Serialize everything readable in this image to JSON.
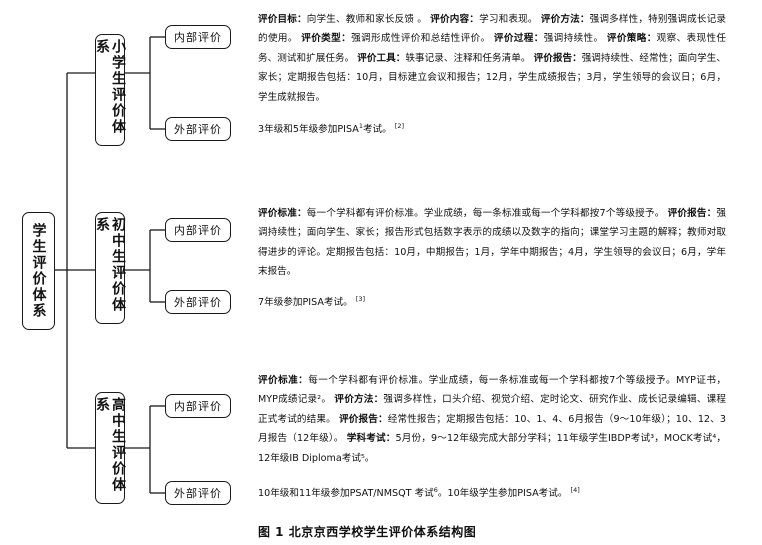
{
  "root": {
    "label": "学生评价体系"
  },
  "groups": [
    {
      "label": "小学生评价体系",
      "internal": {
        "label": "内部评价",
        "items": [
          {
            "k": "评价目标：",
            "t": "向学生、教师和家长反馈 。"
          },
          {
            "k": "评价内容：",
            "t": "学习和表现。"
          },
          {
            "k": "评价方法：",
            "t": "强调多样性，特别强调成长记录的使用。"
          },
          {
            "k": "评价类型：",
            "t": "强调形成性评价和总结性评价。"
          },
          {
            "k": "评价过程：",
            "t": "强调持续性。"
          },
          {
            "k": "评价策略：",
            "t": "观察、表现性任务、测试和扩展任务。"
          },
          {
            "k": "评价工具：",
            "t": "轶事记录、注释和任务清单。"
          },
          {
            "k": "评价报告：",
            "t": "强调持续性、经常性；面向学生、家长；定期报告包括：10月，目标建立会议和报告；12月，学生成绩报告；3月，学生领导的会议日；6月，学生成就报告。"
          }
        ]
      },
      "external": {
        "label": "外部评价",
        "text": "3年级和5年级参加PISA",
        "sup": "1",
        "text2": "考试。",
        "ref": "[2]"
      }
    },
    {
      "label": "初中生评价体系",
      "internal": {
        "label": "内部评价",
        "items": [
          {
            "k": "评价标准：",
            "t": "每一个学科都有评价标准。学业成绩，每一条标准或每一个学科都按7个等级授予。"
          },
          {
            "k": "评价报告：",
            "t": "强调持续性；面向学生、家长；报告形式包括数字表示的成绩以及数字的指向；课堂学习主题的解释；教师对取得进步的评论。定期报告包括：10月，中期报告；1月，学年中期报告；4月，学生领导的会议日；6月，学年末报告。"
          }
        ]
      },
      "external": {
        "label": "外部评价",
        "text": "7年级参加PISA考试。",
        "sup": "",
        "text2": "",
        "ref": "[3]"
      }
    },
    {
      "label": "高中生评价体系",
      "internal": {
        "label": "内部评价",
        "items": [
          {
            "k": "评价标准：",
            "t": "每一个学科都有评价标准。学业成绩，每一条标准或每一个学科都按7个等级授予。MYP证书，MYP成绩记录²。"
          },
          {
            "k": "评价方法：",
            "t": "强调多样性，口头介绍、视觉介绍、定时论文、研究作业、成长记录编辑、课程正式考试的结果。"
          },
          {
            "k": "评价报告：",
            "t": "经常性报告；定期报告包括：10、1、4、6月报告（9～10年级）；10、12、3月报告（12年级）。"
          },
          {
            "k": "学科考试：",
            "t": "5月份，9～12年级完成大部分学科；11年级学生IBDP考试³，MOCK考试⁴，12年级IB Diploma考试⁵。"
          }
        ]
      },
      "external": {
        "label": "外部评价",
        "text": "10年级和11年级参加PSAT/NMSQT 考试",
        "sup": "6",
        "text2": "。10年级学生参加PISA考试。",
        "ref": "[4]"
      }
    }
  ],
  "caption": "图 1  北京京西学校学生评价体系结构图"
}
